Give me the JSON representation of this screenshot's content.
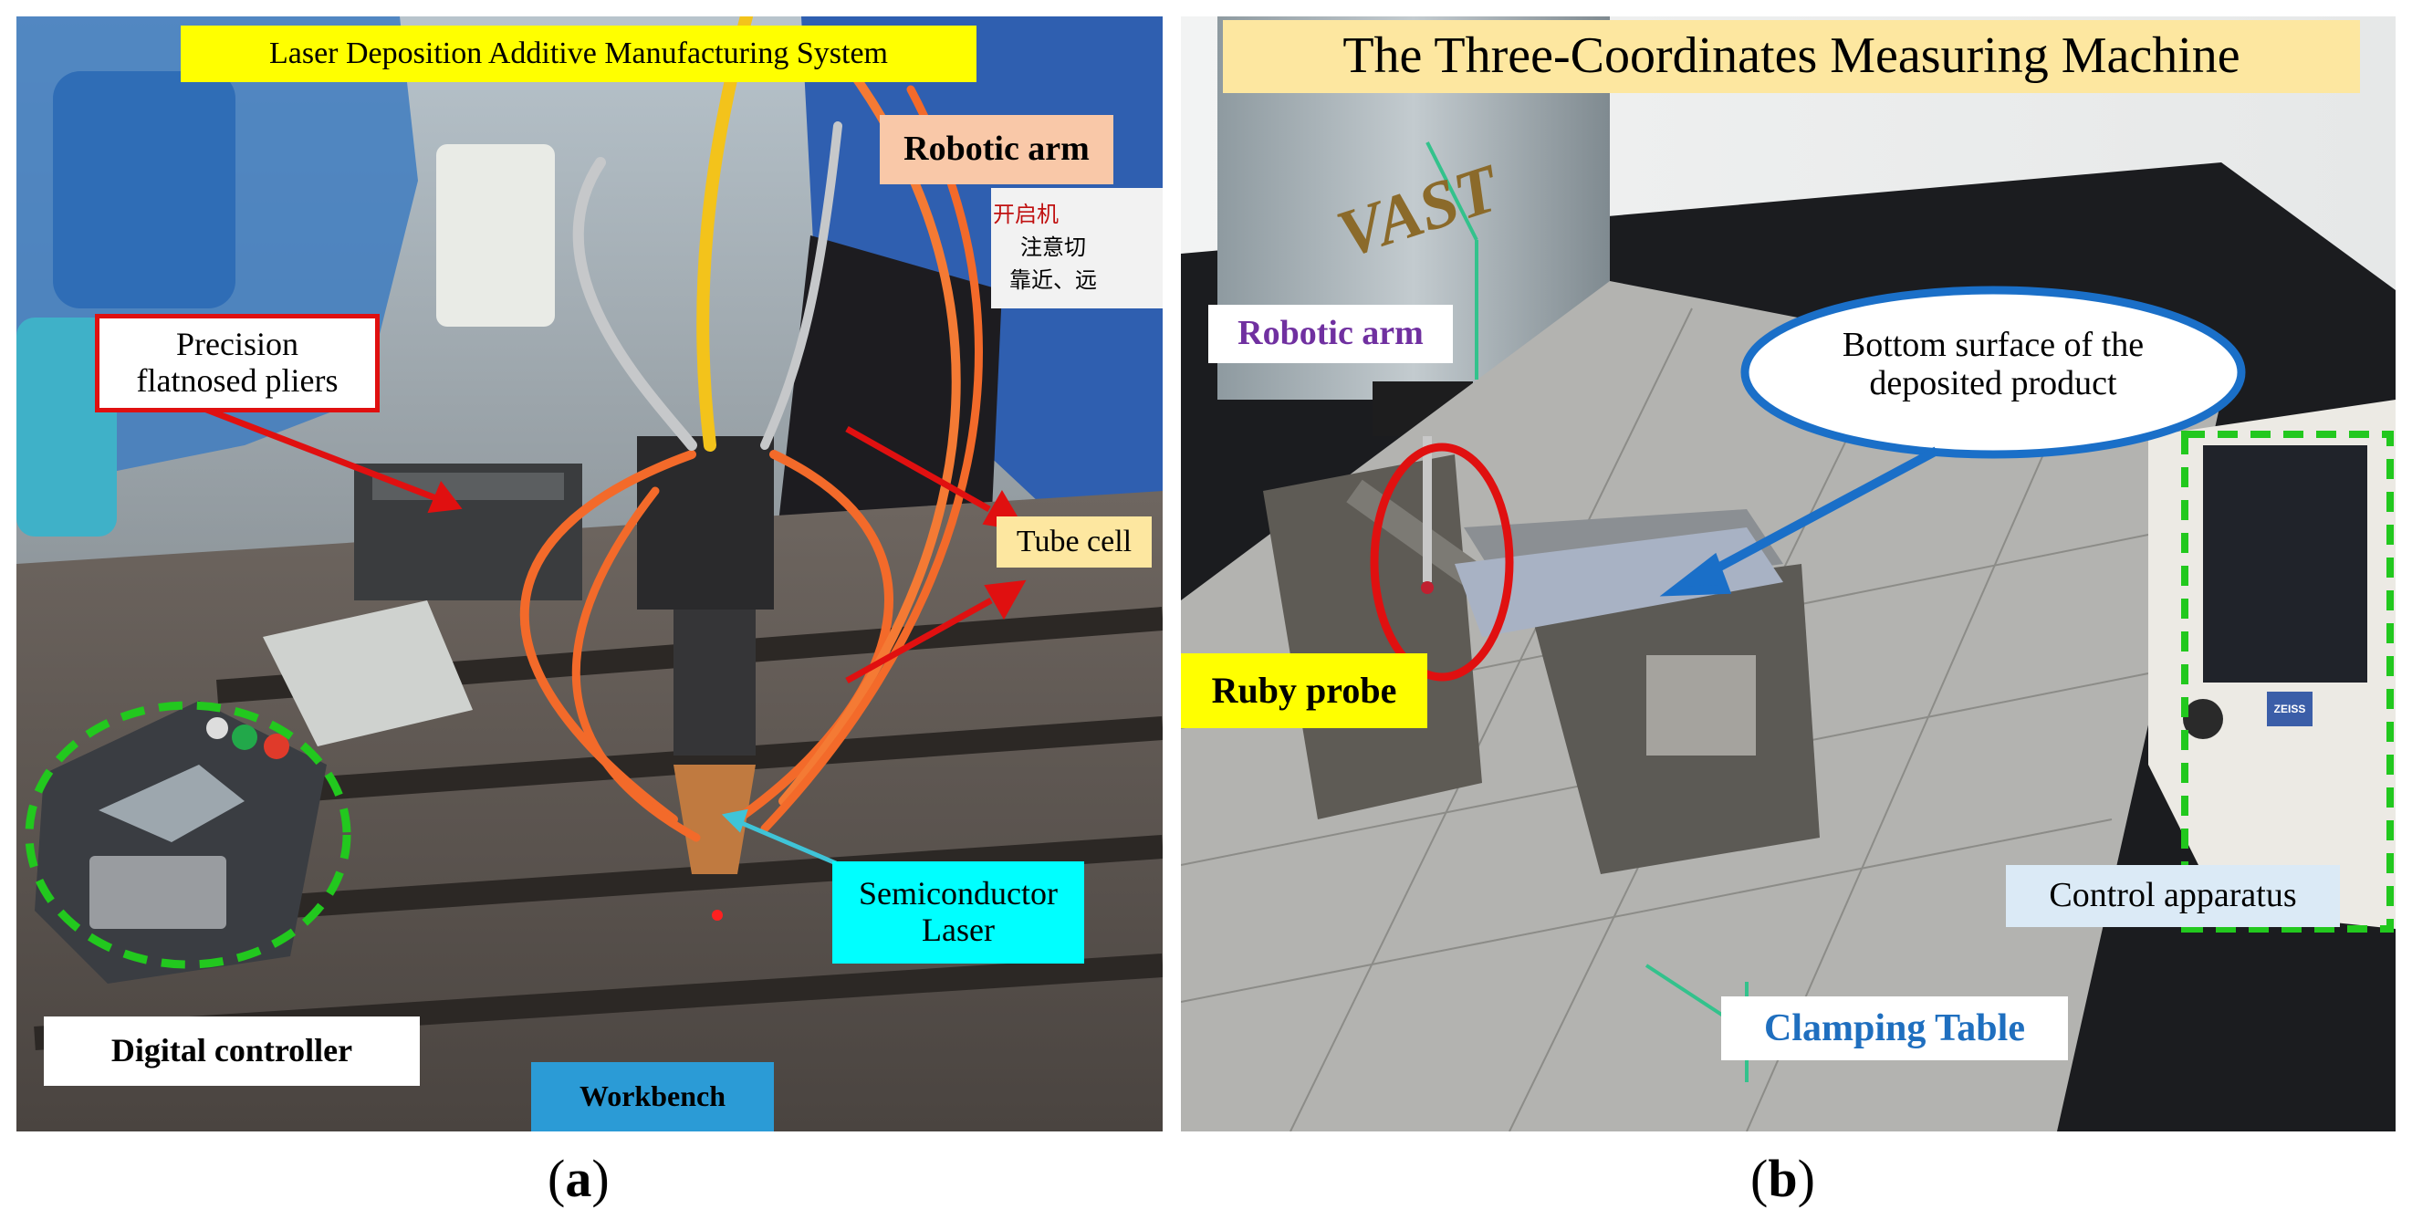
{
  "panel_a": {
    "title": "Laser Deposition Additive Manufacturing System",
    "robotic_arm": "Robotic arm",
    "pliers_line1": "Precision",
    "pliers_line2": "flatnosed pliers",
    "tube_cell": "Tube cell",
    "laser_line1": "Semiconductor",
    "laser_line2": "Laser",
    "digital_controller": "Digital controller",
    "workbench": "Workbench",
    "sign_cn_1": "开启机",
    "sign_cn_2": "注意切",
    "sign_cn_3": "靠近、远",
    "caption_open": "(",
    "caption_letter": "a",
    "caption_close": ")"
  },
  "panel_b": {
    "title": "The Three-Coordinates Measuring Machine",
    "robotic_arm": "Robotic arm",
    "bottom_line1": "Bottom surface of the",
    "bottom_line2": "deposited product",
    "ruby_probe": "Ruby probe",
    "control_apparatus": "Control apparatus",
    "clamping_table": "Clamping Table",
    "brand": "VAST",
    "zeiss": "ZEISS",
    "caption_open": "(",
    "caption_letter": "b",
    "caption_close": ")"
  },
  "colors": {
    "yellow": "#ffff00",
    "salmon": "#f9c8a8",
    "cream": "#fde7a0",
    "cyan": "#00ffff",
    "blue_label": "#2b9bd6",
    "green_dashed": "#22c81e",
    "red_arrow": "#e01010",
    "blue_arrow": "#1a6fc8",
    "purple_text": "#7030a0",
    "clamp_text": "#1f6fbf",
    "light_blue_box": "#dbeaf6"
  }
}
